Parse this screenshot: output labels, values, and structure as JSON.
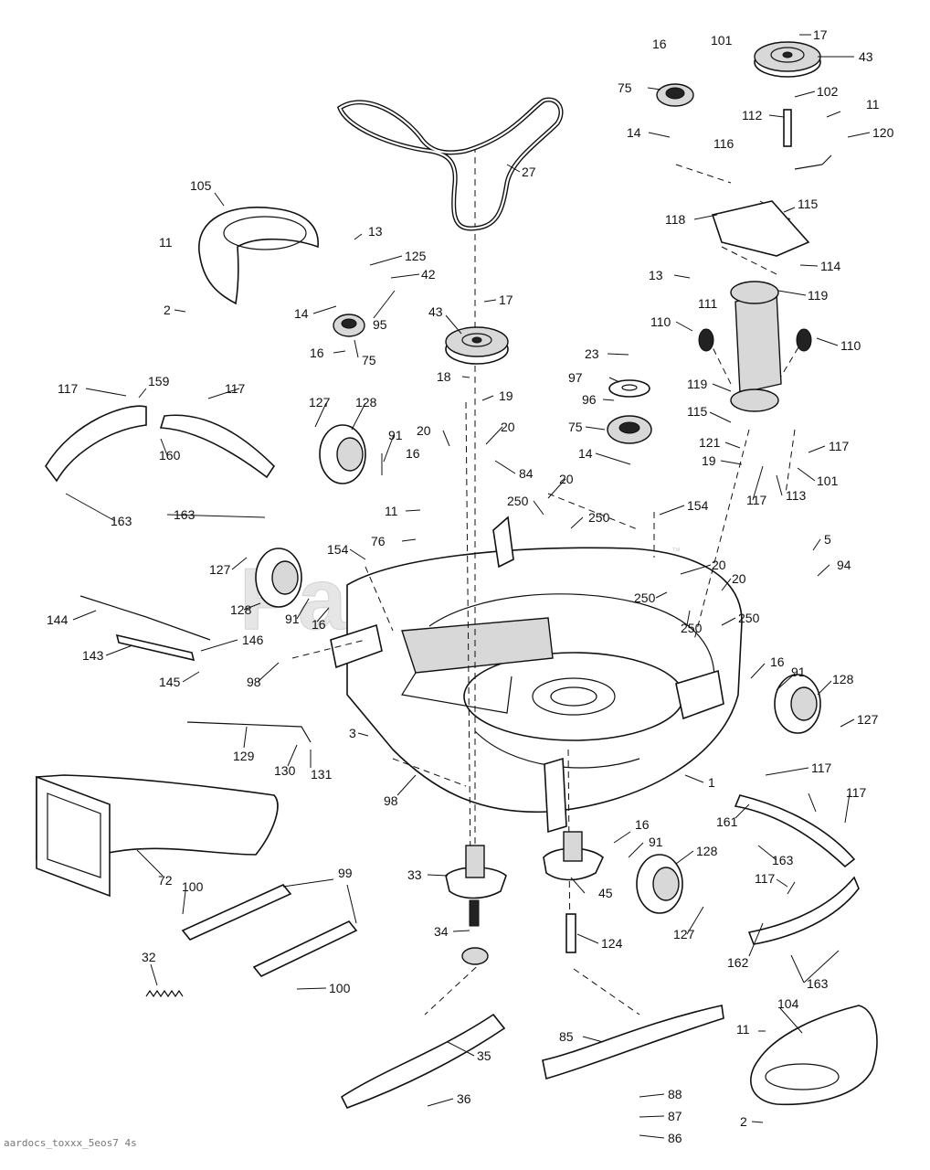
{
  "watermark": {
    "text": "PartsTree",
    "mark": "™"
  },
  "footer_code": "aardocs_toxxx_5eos7 4s",
  "callouts": [
    {
      "id": "17a",
      "text": "17"
    },
    {
      "id": "43a",
      "text": "43"
    },
    {
      "id": "16a",
      "text": "16"
    },
    {
      "id": "101a",
      "text": "101"
    },
    {
      "id": "75a",
      "text": "75"
    },
    {
      "id": "102",
      "text": "102"
    },
    {
      "id": "11a",
      "text": "11"
    },
    {
      "id": "112",
      "text": "112"
    },
    {
      "id": "120",
      "text": "120"
    },
    {
      "id": "14a",
      "text": "14"
    },
    {
      "id": "116",
      "text": "116"
    },
    {
      "id": "27",
      "text": "27"
    },
    {
      "id": "105",
      "text": "105"
    },
    {
      "id": "118",
      "text": "118"
    },
    {
      "id": "115a",
      "text": "115"
    },
    {
      "id": "13a",
      "text": "13"
    },
    {
      "id": "11b",
      "text": "11"
    },
    {
      "id": "125",
      "text": "125"
    },
    {
      "id": "42",
      "text": "42"
    },
    {
      "id": "114",
      "text": "114"
    },
    {
      "id": "13b",
      "text": "13"
    },
    {
      "id": "119a",
      "text": "119"
    },
    {
      "id": "2a",
      "text": "2"
    },
    {
      "id": "14b",
      "text": "14"
    },
    {
      "id": "95",
      "text": "95"
    },
    {
      "id": "43b",
      "text": "43"
    },
    {
      "id": "17b",
      "text": "17"
    },
    {
      "id": "111",
      "text": "111"
    },
    {
      "id": "110a",
      "text": "110"
    },
    {
      "id": "110b",
      "text": "110"
    },
    {
      "id": "16b",
      "text": "16"
    },
    {
      "id": "75b",
      "text": "75"
    },
    {
      "id": "23",
      "text": "23"
    },
    {
      "id": "18",
      "text": "18"
    },
    {
      "id": "97",
      "text": "97"
    },
    {
      "id": "119b",
      "text": "119"
    },
    {
      "id": "117a",
      "text": "117"
    },
    {
      "id": "159",
      "text": "159"
    },
    {
      "id": "117b",
      "text": "117"
    },
    {
      "id": "19a",
      "text": "19"
    },
    {
      "id": "127a",
      "text": "127"
    },
    {
      "id": "128a",
      "text": "128"
    },
    {
      "id": "96",
      "text": "96"
    },
    {
      "id": "115b",
      "text": "115"
    },
    {
      "id": "75c",
      "text": "75"
    },
    {
      "id": "91a",
      "text": "91"
    },
    {
      "id": "20a",
      "text": "20"
    },
    {
      "id": "20b",
      "text": "20"
    },
    {
      "id": "121",
      "text": "121"
    },
    {
      "id": "117c",
      "text": "117"
    },
    {
      "id": "16c",
      "text": "16"
    },
    {
      "id": "160",
      "text": "160"
    },
    {
      "id": "14c",
      "text": "14"
    },
    {
      "id": "19b",
      "text": "19"
    },
    {
      "id": "101b",
      "text": "101"
    },
    {
      "id": "84",
      "text": "84"
    },
    {
      "id": "20c",
      "text": "20"
    },
    {
      "id": "113",
      "text": "113"
    },
    {
      "id": "117d",
      "text": "117"
    },
    {
      "id": "163a",
      "text": "163"
    },
    {
      "id": "163b",
      "text": "163"
    },
    {
      "id": "11c",
      "text": "11"
    },
    {
      "id": "250a",
      "text": "250"
    },
    {
      "id": "250b",
      "text": "250"
    },
    {
      "id": "154a",
      "text": "154"
    },
    {
      "id": "76",
      "text": "76"
    },
    {
      "id": "5",
      "text": "5"
    },
    {
      "id": "154b",
      "text": "154"
    },
    {
      "id": "127b",
      "text": "127"
    },
    {
      "id": "94",
      "text": "94"
    },
    {
      "id": "20d",
      "text": "20"
    },
    {
      "id": "20e",
      "text": "20"
    },
    {
      "id": "250c",
      "text": "250"
    },
    {
      "id": "128b",
      "text": "128"
    },
    {
      "id": "91b",
      "text": "91"
    },
    {
      "id": "16d",
      "text": "16"
    },
    {
      "id": "250d",
      "text": "250"
    },
    {
      "id": "250e",
      "text": "250"
    },
    {
      "id": "144",
      "text": "144"
    },
    {
      "id": "146",
      "text": "146"
    },
    {
      "id": "143",
      "text": "143"
    },
    {
      "id": "16e",
      "text": "16"
    },
    {
      "id": "91c",
      "text": "91"
    },
    {
      "id": "128c",
      "text": "128"
    },
    {
      "id": "98a",
      "text": "98"
    },
    {
      "id": "145",
      "text": "145"
    },
    {
      "id": "127c",
      "text": "127"
    },
    {
      "id": "3",
      "text": "3"
    },
    {
      "id": "129",
      "text": "129"
    },
    {
      "id": "130",
      "text": "130"
    },
    {
      "id": "131",
      "text": "131"
    },
    {
      "id": "1",
      "text": "1"
    },
    {
      "id": "98b",
      "text": "98"
    },
    {
      "id": "117e",
      "text": "117"
    },
    {
      "id": "117f",
      "text": "117"
    },
    {
      "id": "161",
      "text": "161"
    },
    {
      "id": "16f",
      "text": "16"
    },
    {
      "id": "91d",
      "text": "91"
    },
    {
      "id": "128d",
      "text": "128"
    },
    {
      "id": "163c",
      "text": "163"
    },
    {
      "id": "33",
      "text": "33"
    },
    {
      "id": "45",
      "text": "45"
    },
    {
      "id": "117g",
      "text": "117"
    },
    {
      "id": "72",
      "text": "72"
    },
    {
      "id": "100a",
      "text": "100"
    },
    {
      "id": "99",
      "text": "99"
    },
    {
      "id": "127d",
      "text": "127"
    },
    {
      "id": "34",
      "text": "34"
    },
    {
      "id": "124",
      "text": "124"
    },
    {
      "id": "162",
      "text": "162"
    },
    {
      "id": "163d",
      "text": "163"
    },
    {
      "id": "32",
      "text": "32"
    },
    {
      "id": "100b",
      "text": "100"
    },
    {
      "id": "104",
      "text": "104"
    },
    {
      "id": "11d",
      "text": "11"
    },
    {
      "id": "35",
      "text": "35"
    },
    {
      "id": "85",
      "text": "85"
    },
    {
      "id": "36",
      "text": "36"
    },
    {
      "id": "88",
      "text": "88"
    },
    {
      "id": "87",
      "text": "87"
    },
    {
      "id": "2b",
      "text": "2"
    },
    {
      "id": "86",
      "text": "86"
    }
  ]
}
